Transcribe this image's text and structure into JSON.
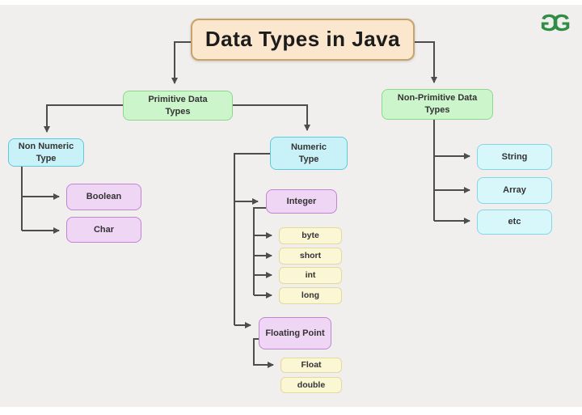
{
  "page": {
    "background_color": "#f1efee",
    "frame_color": "#ffffff",
    "connector_color": "#4d4d4d"
  },
  "logo": {
    "name": "geeksforgeeks",
    "color": "#2f8d46",
    "glyph_left": "G",
    "glyph_right": "G"
  },
  "nodes": {
    "title": {
      "label": "Data Types in Java",
      "color": "#fbe7cd"
    },
    "primitive": {
      "label": "Primitive Data\nTypes",
      "color": "#ccf5cc"
    },
    "non_primitive": {
      "label": "Non-Primitive Data\nTypes",
      "color": "#ccf5cc"
    },
    "non_numeric": {
      "label": "Non Numeric\nType",
      "color": "#c9f2f8"
    },
    "numeric": {
      "label": "Numeric\nType",
      "color": "#c9f2f8"
    },
    "boolean": {
      "label": "Boolean",
      "color": "#f0d6f5"
    },
    "char": {
      "label": "Char",
      "color": "#f0d6f5"
    },
    "integer": {
      "label": "Integer",
      "color": "#f0d6f5"
    },
    "byte": {
      "label": "byte",
      "color": "#fbf7d4"
    },
    "short": {
      "label": "short",
      "color": "#fbf7d4"
    },
    "int": {
      "label": "int",
      "color": "#fbf7d4"
    },
    "long": {
      "label": "long",
      "color": "#fbf7d4"
    },
    "floating_point": {
      "label": "Floating Point",
      "color": "#f0d6f5"
    },
    "float": {
      "label": "Float",
      "color": "#fbf7d4"
    },
    "double": {
      "label": "double",
      "color": "#fbf7d4"
    },
    "string": {
      "label": "String",
      "color": "#d7f7fb"
    },
    "array": {
      "label": "Array",
      "color": "#d7f7fb"
    },
    "etc": {
      "label": "etc",
      "color": "#d7f7fb"
    }
  },
  "hierarchy": {
    "root": "Data Types in Java",
    "children": {
      "Primitive Data Types": {
        "Non Numeric Type": [
          "Boolean",
          "Char"
        ],
        "Numeric Type": {
          "Integer": [
            "byte",
            "short",
            "int",
            "long"
          ],
          "Floating Point": [
            "Float",
            "double"
          ]
        }
      },
      "Non-Primitive Data Types": [
        "String",
        "Array",
        "etc"
      ]
    }
  }
}
